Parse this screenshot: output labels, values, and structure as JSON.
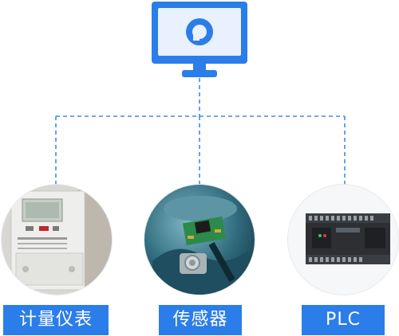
{
  "diagram": {
    "monitor_icon": "monitor-icon",
    "accent_color": "#2b7de9",
    "line_color": "#3b8cf0",
    "devices": [
      {
        "label": "计量仪表",
        "icon": "electric-meter-image"
      },
      {
        "label": "传感器",
        "icon": "sensor-image"
      },
      {
        "label": "PLC",
        "icon": "plc-image"
      }
    ]
  }
}
